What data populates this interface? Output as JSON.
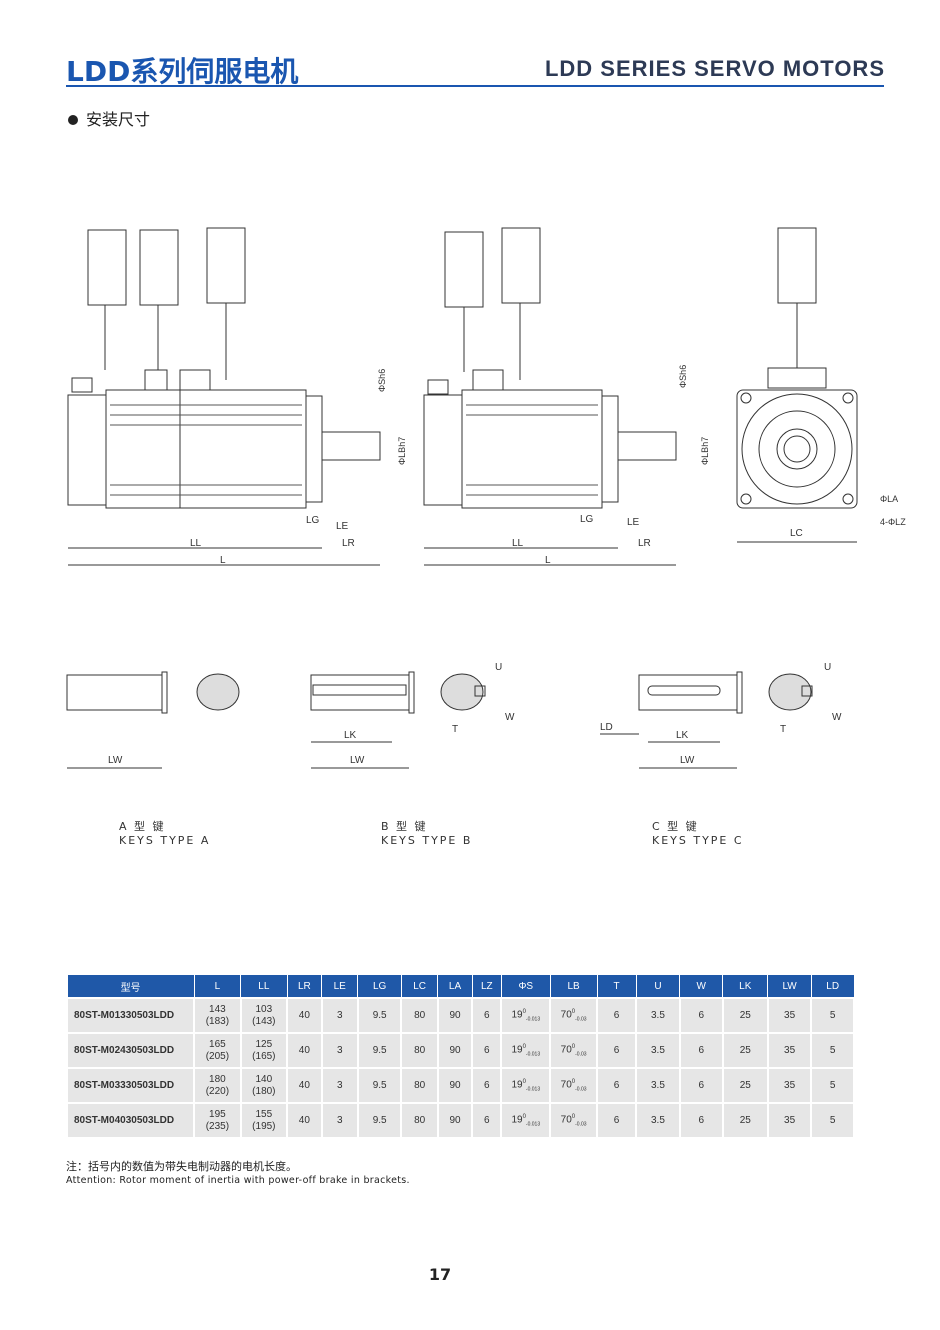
{
  "header": {
    "title_cn": "LDD系列伺服电机",
    "title_en": "LDD SERIES SERVO MOTORS"
  },
  "section": "安装尺寸",
  "drawing_labels": {
    "LG": "LG",
    "LE": "LE",
    "LR": "LR",
    "LL": "LL",
    "L": "L",
    "LC": "LC",
    "phiS": "ΦSh6",
    "phiLB": "ΦLBh7",
    "phiLA": "ΦLA",
    "LZ": "4-ΦLZ",
    "LW": "LW",
    "LK": "LK",
    "U": "U",
    "T": "T",
    "W": "W",
    "LD": "LD"
  },
  "keys": [
    {
      "cn": "A 型 键",
      "en": "KEYS TYPE A"
    },
    {
      "cn": "B 型 键",
      "en": "KEYS TYPE B"
    },
    {
      "cn": "C 型 键",
      "en": "KEYS TYPE C"
    }
  ],
  "table": {
    "headers": [
      "型号",
      "L",
      "LL",
      "LR",
      "LE",
      "LG",
      "LC",
      "LA",
      "LZ",
      "ΦS",
      "LB",
      "T",
      "U",
      "W",
      "LK",
      "LW",
      "LD"
    ],
    "rows": [
      {
        "model": "80ST-M01330503LDD",
        "L": "143",
        "Lb": "(183)",
        "LL": "103",
        "LLb": "(143)"
      },
      {
        "model": "80ST-M02430503LDD",
        "L": "165",
        "Lb": "(205)",
        "LL": "125",
        "LLb": "(165)"
      },
      {
        "model": "80ST-M03330503LDD",
        "L": "180",
        "Lb": "(220)",
        "LL": "140",
        "LLb": "(180)"
      },
      {
        "model": "80ST-M04030503LDD",
        "L": "195",
        "Lb": "(235)",
        "LL": "155",
        "LLb": "(195)"
      }
    ],
    "common": {
      "LR": "40",
      "LE": "3",
      "LG": "9.5",
      "LC": "80",
      "LA": "90",
      "LZ": "6",
      "S": "19",
      "S_up": "0",
      "S_low": "-0.013",
      "LB": "70",
      "LB_up": "0",
      "LB_low": "-0.03",
      "T": "6",
      "U": "3.5",
      "W": "6",
      "LK": "25",
      "LW": "35",
      "LD": "5"
    }
  },
  "note": {
    "cn": "注：括号内的数值为带失电制动器的电机长度。",
    "en": "Attention:  Rotor moment of inertia with power-off brake in brackets."
  },
  "page_number": "17"
}
